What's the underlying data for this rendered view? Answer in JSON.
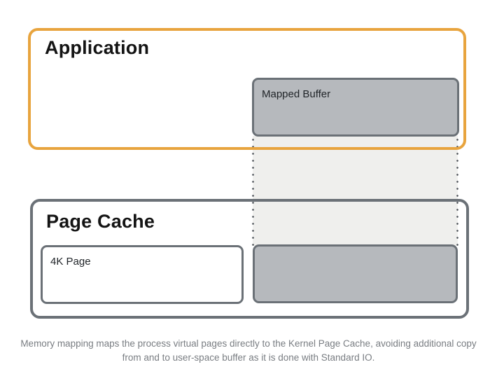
{
  "colors": {
    "accent_orange": "#E8A43E",
    "border_gray": "#6B7177",
    "fill_gray": "#B6B9BD",
    "channel_fill": "#EFEFED",
    "dot_color": "#4D5258",
    "caption_color": "#797D82",
    "heading_color": "#141414",
    "label_color": "#212529"
  },
  "diagram": {
    "application_box": {
      "title": "Application"
    },
    "mapped_buffer_box": {
      "label": "Mapped Buffer"
    },
    "page_cache_box": {
      "title": "Page Cache"
    },
    "page_4k_box": {
      "label": "4K Page"
    },
    "mapped_page_box": {
      "label": ""
    }
  },
  "caption": {
    "line1": "Memory mapping maps the process virtual pages directly to the Kernel Page Cache, avoiding additional copy",
    "line2": "from and to user-space buffer as it is done with Standard IO."
  }
}
